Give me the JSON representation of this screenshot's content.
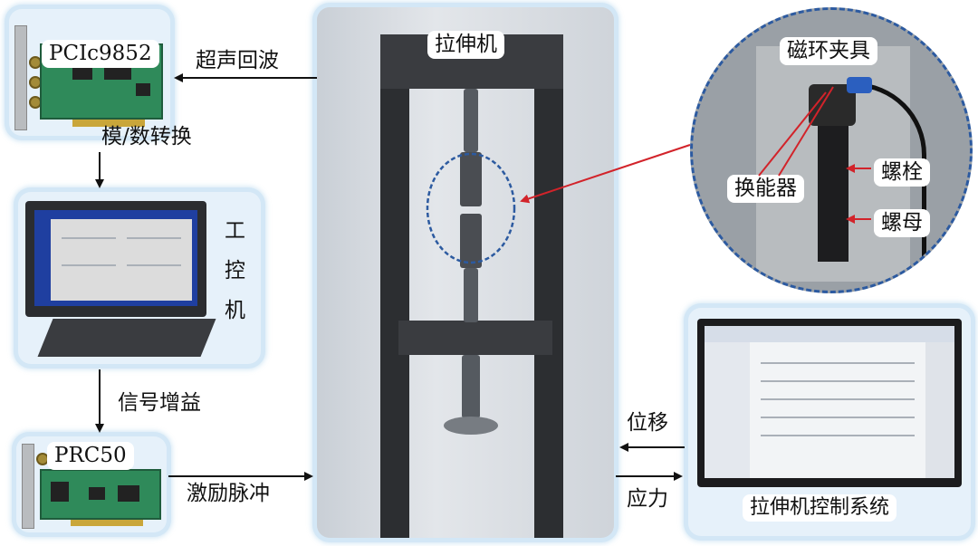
{
  "labels": {
    "pcic9852": "PCIc9852",
    "ultrasonic_echo": "超声回波",
    "ad_conversion": "模/数转换",
    "ipc_1": "工",
    "ipc_2": "控",
    "ipc_3": "机",
    "signal_gain": "信号增益",
    "prc50": "PRC50",
    "excitation_pulse": "激励脉冲",
    "tensile_machine": "拉伸机",
    "magnetic_ring_fixture": "磁环夹具",
    "transducer": "换能器",
    "bolt": "螺栓",
    "nut": "螺母",
    "displacement": "位移",
    "stress": "应力",
    "control_system": "拉伸机控制系统"
  },
  "colors": {
    "panel_bg": "#e6f1fa",
    "arrow": "#111111",
    "pointer_red": "#d2232a",
    "zoom_circle": "#2c5aa0"
  }
}
